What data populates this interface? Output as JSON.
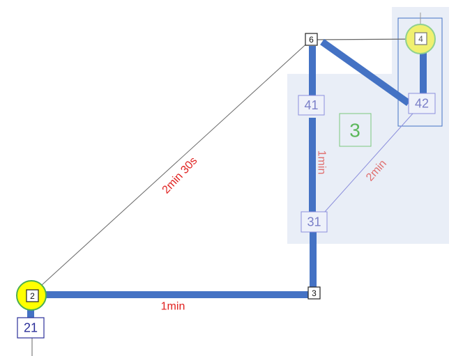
{
  "colors": {
    "edge_thick": "#4472c4",
    "region_bg": "#e9eef7",
    "highlight_fill": "#f0f070",
    "highlight_stroke": "#4caf50",
    "label_red": "#e0201e",
    "label_faded": "#e07070",
    "zone_label": "#5cb85c"
  },
  "nodes": {
    "n2": "2",
    "n3": "3",
    "n4": "4",
    "n6": "6"
  },
  "stops": {
    "s21": "21",
    "s31": "31",
    "s41": "41",
    "s42": "42"
  },
  "zone": {
    "label": "3"
  },
  "edge_labels": {
    "e2_6": "2min 30s",
    "e2_3": "1min",
    "e41_31": "1min",
    "e42_31": "2min"
  }
}
